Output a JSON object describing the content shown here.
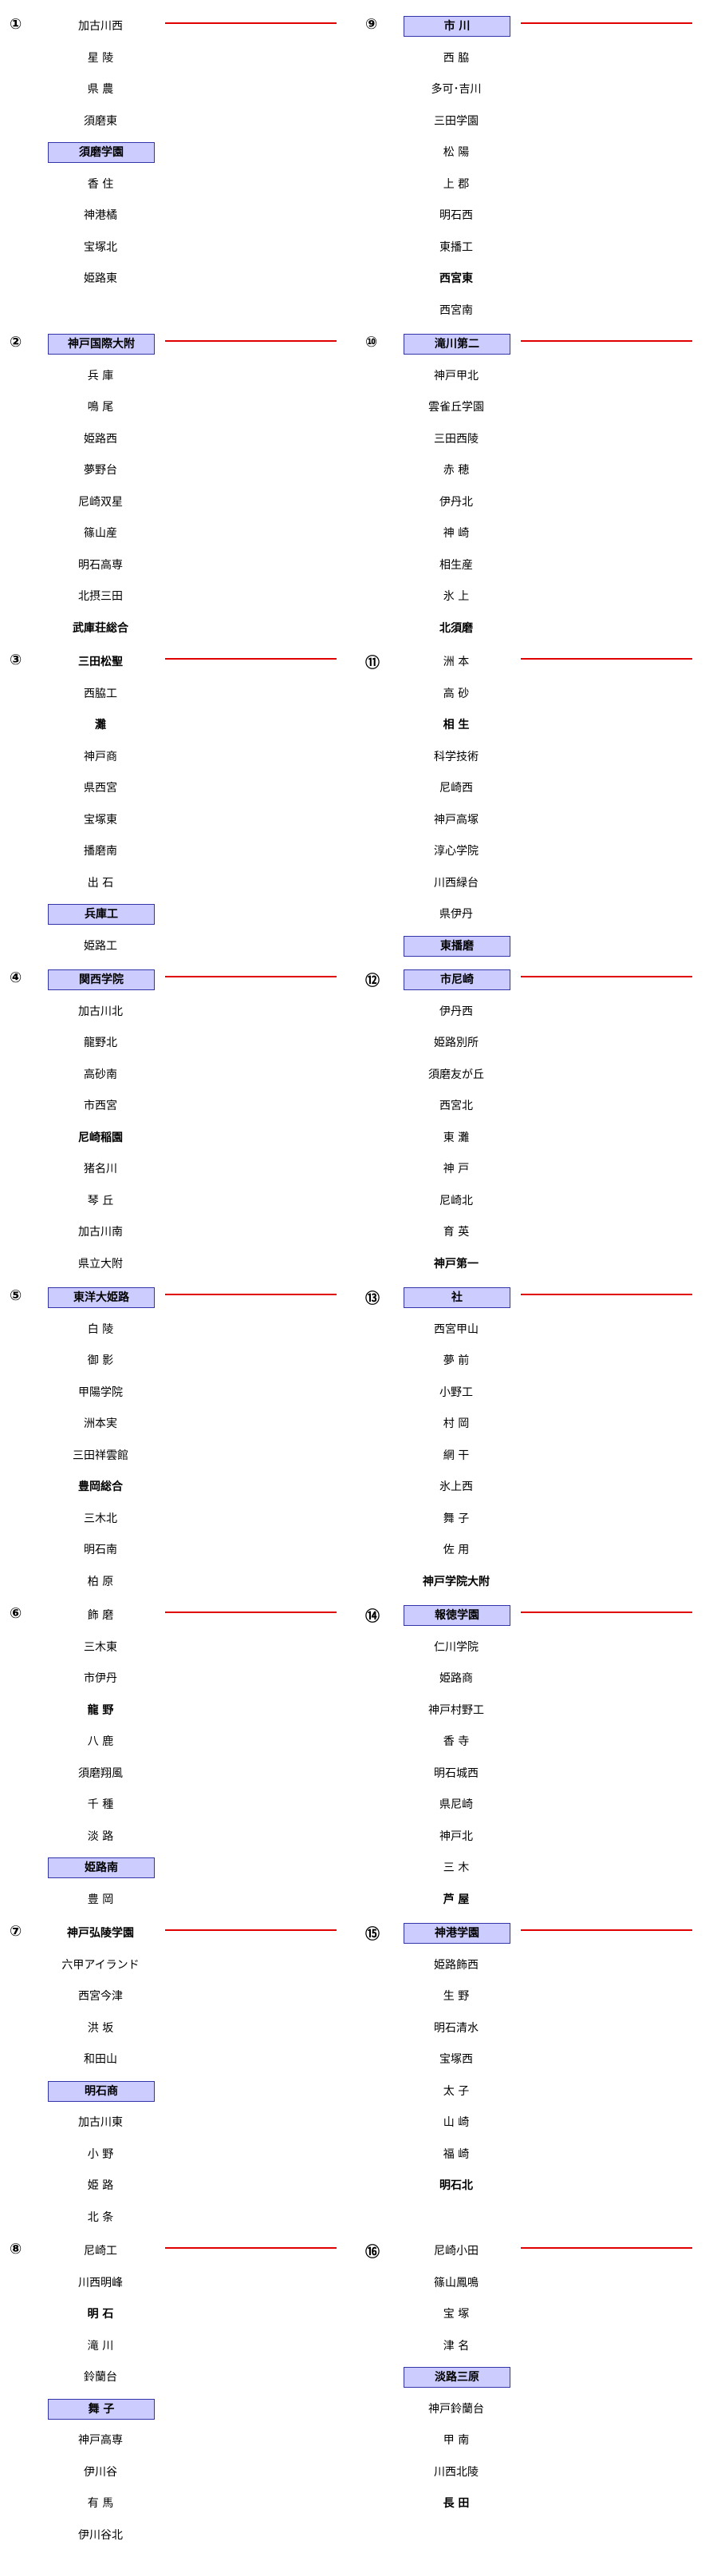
{
  "blocks": [
    {
      "num": "①",
      "teams": [
        {
          "name": "加古川西",
          "style": ""
        },
        {
          "name": "星 陵",
          "style": ""
        },
        {
          "name": "県 農",
          "style": ""
        },
        {
          "name": "須磨東",
          "style": ""
        },
        {
          "name": "須磨学園",
          "style": "seed"
        },
        {
          "name": "香 住",
          "style": ""
        },
        {
          "name": "神港橘",
          "style": ""
        },
        {
          "name": "宝塚北",
          "style": ""
        },
        {
          "name": "姫路東",
          "style": ""
        }
      ]
    },
    {
      "num": "⑨",
      "teams": [
        {
          "name": "市 川",
          "style": "seed"
        },
        {
          "name": "西 脇",
          "style": ""
        },
        {
          "name": "多可･吉川",
          "style": ""
        },
        {
          "name": "三田学園",
          "style": ""
        },
        {
          "name": "松 陽",
          "style": ""
        },
        {
          "name": "上 郡",
          "style": ""
        },
        {
          "name": "明石西",
          "style": ""
        },
        {
          "name": "東播工",
          "style": ""
        },
        {
          "name": "西宮東",
          "style": "bold"
        },
        {
          "name": "西宮南",
          "style": ""
        }
      ]
    },
    {
      "num": "②",
      "teams": [
        {
          "name": "神戸国際大附",
          "style": "seed"
        },
        {
          "name": "兵 庫",
          "style": ""
        },
        {
          "name": "鳴 尾",
          "style": ""
        },
        {
          "name": "姫路西",
          "style": ""
        },
        {
          "name": "夢野台",
          "style": ""
        },
        {
          "name": "尼崎双星",
          "style": ""
        },
        {
          "name": "篠山産",
          "style": ""
        },
        {
          "name": "明石高専",
          "style": ""
        },
        {
          "name": "北摂三田",
          "style": ""
        },
        {
          "name": "武庫荘総合",
          "style": "bold"
        }
      ]
    },
    {
      "num": "⑩",
      "teams": [
        {
          "name": "滝川第二",
          "style": "seed"
        },
        {
          "name": "神戸甲北",
          "style": ""
        },
        {
          "name": "雲雀丘学園",
          "style": ""
        },
        {
          "name": "三田西陵",
          "style": ""
        },
        {
          "name": "赤 穂",
          "style": ""
        },
        {
          "name": "伊丹北",
          "style": ""
        },
        {
          "name": "神 崎",
          "style": ""
        },
        {
          "name": "相生産",
          "style": ""
        },
        {
          "name": "氷 上",
          "style": ""
        },
        {
          "name": "北須磨",
          "style": "bold"
        }
      ]
    },
    {
      "num": "③",
      "teams": [
        {
          "name": "三田松聖",
          "style": "bold"
        },
        {
          "name": "西脇工",
          "style": ""
        },
        {
          "name": "灘",
          "style": "bold"
        },
        {
          "name": "神戸商",
          "style": ""
        },
        {
          "name": "県西宮",
          "style": ""
        },
        {
          "name": "宝塚東",
          "style": ""
        },
        {
          "name": "播磨南",
          "style": ""
        },
        {
          "name": "出 石",
          "style": ""
        },
        {
          "name": "兵庫工",
          "style": "seed"
        },
        {
          "name": "姫路工",
          "style": ""
        }
      ]
    },
    {
      "num": "⑪",
      "teams": [
        {
          "name": "洲 本",
          "style": ""
        },
        {
          "name": "高 砂",
          "style": ""
        },
        {
          "name": "相 生",
          "style": "bold"
        },
        {
          "name": "科学技術",
          "style": ""
        },
        {
          "name": "尼崎西",
          "style": ""
        },
        {
          "name": "神戸高塚",
          "style": ""
        },
        {
          "name": "淳心学院",
          "style": ""
        },
        {
          "name": "川西緑台",
          "style": ""
        },
        {
          "name": "県伊丹",
          "style": ""
        },
        {
          "name": "東播磨",
          "style": "seed"
        }
      ]
    },
    {
      "num": "④",
      "teams": [
        {
          "name": "関西学院",
          "style": "seed"
        },
        {
          "name": "加古川北",
          "style": ""
        },
        {
          "name": "龍野北",
          "style": ""
        },
        {
          "name": "高砂南",
          "style": ""
        },
        {
          "name": "市西宮",
          "style": ""
        },
        {
          "name": "尼崎稲園",
          "style": "bold"
        },
        {
          "name": "猪名川",
          "style": ""
        },
        {
          "name": "琴 丘",
          "style": ""
        },
        {
          "name": "加古川南",
          "style": ""
        },
        {
          "name": "県立大附",
          "style": ""
        }
      ]
    },
    {
      "num": "⑫",
      "teams": [
        {
          "name": "市尼崎",
          "style": "seed"
        },
        {
          "name": "伊丹西",
          "style": ""
        },
        {
          "name": "姫路別所",
          "style": ""
        },
        {
          "name": "須磨友が丘",
          "style": ""
        },
        {
          "name": "西宮北",
          "style": ""
        },
        {
          "name": "東 灘",
          "style": ""
        },
        {
          "name": "神 戸",
          "style": ""
        },
        {
          "name": "尼崎北",
          "style": ""
        },
        {
          "name": "育 英",
          "style": ""
        },
        {
          "name": "神戸第一",
          "style": "bold"
        }
      ]
    },
    {
      "num": "⑤",
      "teams": [
        {
          "name": "東洋大姫路",
          "style": "seed"
        },
        {
          "name": "白 陵",
          "style": ""
        },
        {
          "name": "御 影",
          "style": ""
        },
        {
          "name": "甲陽学院",
          "style": ""
        },
        {
          "name": "洲本実",
          "style": ""
        },
        {
          "name": "三田祥雲館",
          "style": ""
        },
        {
          "name": "豊岡総合",
          "style": "bold"
        },
        {
          "name": "三木北",
          "style": ""
        },
        {
          "name": "明石南",
          "style": ""
        },
        {
          "name": "柏 原",
          "style": ""
        }
      ]
    },
    {
      "num": "⑬",
      "teams": [
        {
          "name": "社",
          "style": "seed"
        },
        {
          "name": "西宮甲山",
          "style": ""
        },
        {
          "name": "夢 前",
          "style": ""
        },
        {
          "name": "小野工",
          "style": ""
        },
        {
          "name": "村 岡",
          "style": ""
        },
        {
          "name": "網 干",
          "style": ""
        },
        {
          "name": "氷上西",
          "style": ""
        },
        {
          "name": "舞 子",
          "style": ""
        },
        {
          "name": "佐 用",
          "style": ""
        },
        {
          "name": "神戸学院大附",
          "style": "bold"
        }
      ]
    },
    {
      "num": "⑥",
      "teams": [
        {
          "name": "飾 磨",
          "style": ""
        },
        {
          "name": "三木東",
          "style": ""
        },
        {
          "name": "市伊丹",
          "style": ""
        },
        {
          "name": "龍 野",
          "style": "bold"
        },
        {
          "name": "八 鹿",
          "style": ""
        },
        {
          "name": "須磨翔風",
          "style": ""
        },
        {
          "name": "千 種",
          "style": ""
        },
        {
          "name": "淡 路",
          "style": ""
        },
        {
          "name": "姫路南",
          "style": "seed"
        },
        {
          "name": "豊 岡",
          "style": ""
        }
      ]
    },
    {
      "num": "⑭",
      "teams": [
        {
          "name": "報徳学園",
          "style": "seed"
        },
        {
          "name": "仁川学院",
          "style": ""
        },
        {
          "name": "姫路商",
          "style": ""
        },
        {
          "name": "神戸村野工",
          "style": ""
        },
        {
          "name": "香 寺",
          "style": ""
        },
        {
          "name": "明石城西",
          "style": ""
        },
        {
          "name": "県尼崎",
          "style": ""
        },
        {
          "name": "神戸北",
          "style": ""
        },
        {
          "name": "三 木",
          "style": ""
        },
        {
          "name": "芦 屋",
          "style": "bold"
        }
      ]
    },
    {
      "num": "⑦",
      "teams": [
        {
          "name": "神戸弘陵学園",
          "style": "bold"
        },
        {
          "name": "六甲アイランド",
          "style": ""
        },
        {
          "name": "西宮今津",
          "style": ""
        },
        {
          "name": "洪 坂",
          "style": ""
        },
        {
          "name": "和田山",
          "style": ""
        },
        {
          "name": "明石商",
          "style": "seed"
        },
        {
          "name": "加古川東",
          "style": ""
        },
        {
          "name": "小 野",
          "style": ""
        },
        {
          "name": "姫 路",
          "style": ""
        },
        {
          "name": "北 条",
          "style": ""
        }
      ]
    },
    {
      "num": "⑮",
      "teams": [
        {
          "name": "神港学園",
          "style": "seed"
        },
        {
          "name": "姫路飾西",
          "style": ""
        },
        {
          "name": "生 野",
          "style": ""
        },
        {
          "name": "明石清水",
          "style": ""
        },
        {
          "name": "宝塚西",
          "style": ""
        },
        {
          "name": "太 子",
          "style": ""
        },
        {
          "name": "山 崎",
          "style": ""
        },
        {
          "name": "福 崎",
          "style": ""
        },
        {
          "name": "明石北",
          "style": "bold"
        }
      ]
    },
    {
      "num": "⑧",
      "teams": [
        {
          "name": "尼崎工",
          "style": ""
        },
        {
          "name": "川西明峰",
          "style": ""
        },
        {
          "name": "明 石",
          "style": "bold"
        },
        {
          "name": "滝 川",
          "style": ""
        },
        {
          "name": "鈴蘭台",
          "style": ""
        },
        {
          "name": "舞 子",
          "style": "seed"
        },
        {
          "name": "神戸高専",
          "style": ""
        },
        {
          "name": "伊川谷",
          "style": ""
        },
        {
          "name": "有 馬",
          "style": ""
        },
        {
          "name": "伊川谷北",
          "style": ""
        }
      ]
    },
    {
      "num": "⑯",
      "teams": [
        {
          "name": "尼崎小田",
          "style": ""
        },
        {
          "name": "篠山鳳鳴",
          "style": ""
        },
        {
          "name": "宝 塚",
          "style": ""
        },
        {
          "name": "津 名",
          "style": ""
        },
        {
          "name": "淡路三原",
          "style": "seed"
        },
        {
          "name": "神戸鈴蘭台",
          "style": ""
        },
        {
          "name": "甲 南",
          "style": ""
        },
        {
          "name": "川西北陵",
          "style": ""
        },
        {
          "name": "長 田",
          "style": "bold"
        }
      ]
    }
  ]
}
